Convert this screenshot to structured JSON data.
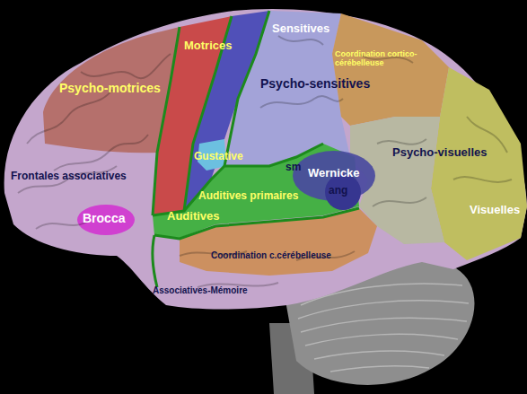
{
  "diagram": {
    "labels": [
      "Motrices",
      "Sensitives",
      "Coordination cortico-cérébelleuse",
      "Psycho-motrices",
      "Psycho-sensitives",
      "Frontales associatives",
      "Gustative",
      "sm",
      "Wernicke",
      "ang",
      "Psycho-visuelles",
      "Auditives primaires",
      "Brocca",
      "Auditives",
      "Visuelles",
      "Coordination c.cérébelleuse",
      "Associatives-Mémoire"
    ]
  }
}
